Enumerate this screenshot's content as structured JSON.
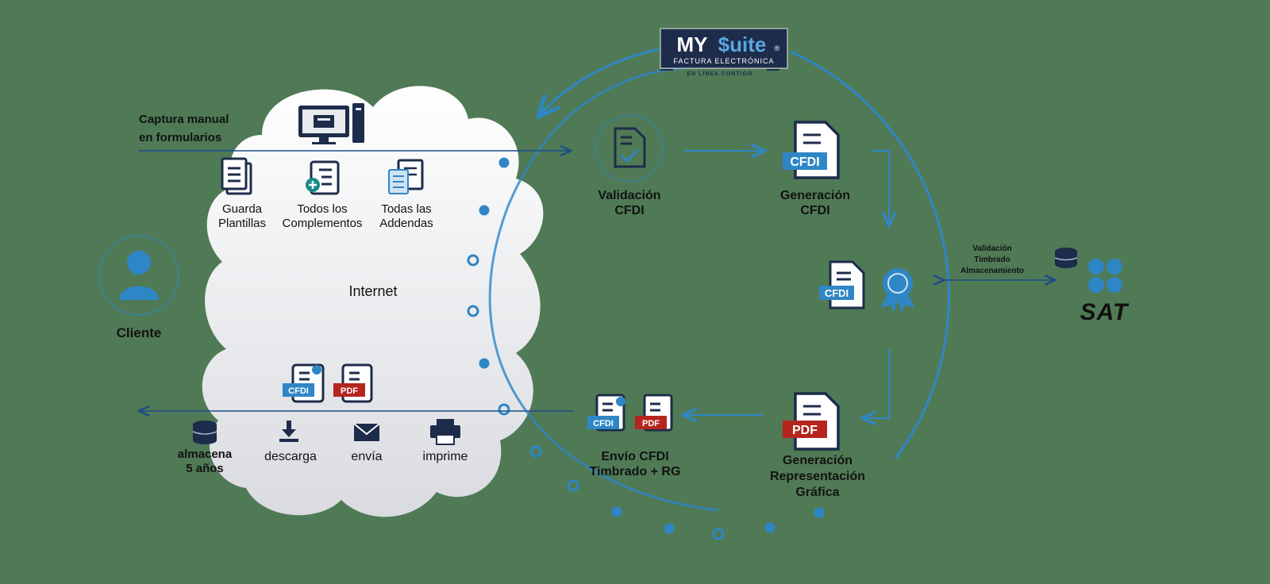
{
  "logo": {
    "brand_my": "MY",
    "brand_suite": "$uite",
    "registered": "®",
    "tagline": "FACTURA ELECTRÓNICA",
    "subline": "EN LÍNEA CONTIGO"
  },
  "cloud": {
    "title": "Internet",
    "capture_label": [
      "Captura manual",
      "en formularios"
    ],
    "features": [
      {
        "lines": [
          "Guarda",
          "Plantillas"
        ]
      },
      {
        "lines": [
          "Todos los",
          "Complementos"
        ]
      },
      {
        "lines": [
          "Todas las",
          "Addendas"
        ]
      }
    ],
    "actions": [
      "descarga",
      "envía",
      "imprime"
    ]
  },
  "client": {
    "label": "Cliente"
  },
  "storage": {
    "lines": [
      "almacena",
      "5 años"
    ]
  },
  "steps": {
    "validation": [
      "Validación",
      "CFDI"
    ],
    "generation": [
      "Generación",
      "CFDI"
    ],
    "representation": [
      "Generación",
      "Representación",
      "Gráfica"
    ],
    "send": [
      "Envío CFDI",
      "Timbrado + RG"
    ]
  },
  "sat": {
    "name": "SAT",
    "exchange": [
      "Validación",
      "Timbrado",
      "Almacenamiento"
    ]
  },
  "badges": {
    "cfdi": "CFDI",
    "pdf": "PDF"
  },
  "colors": {
    "background": "#4f7a55",
    "navy": "#1d2c4a",
    "accent": "#2f86c6",
    "pdf_red": "#b5251e"
  }
}
